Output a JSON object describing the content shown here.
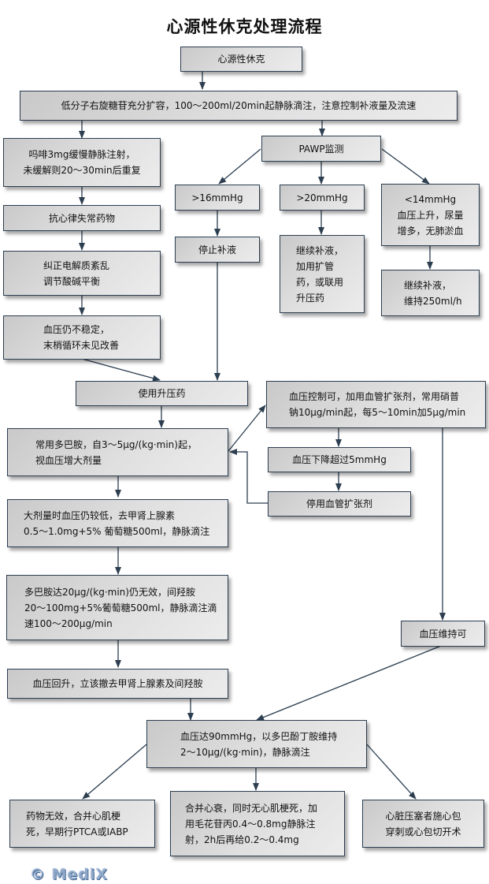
{
  "title": "心源性休克处理流程",
  "nodes": {
    "shock": "心源性休克",
    "dextran": "低分子右旋糖苷充分扩容，100～200ml/20min起静脉滴注，注意控制补液量及流速",
    "morphine": "吗啡3mg缓慢静脉注射，\n未缓解则20～30min后重复",
    "antiarrhythmic": "抗心律失常药物",
    "electrolyte": "纠正电解质紊乱\n调节酸碱平衡",
    "unstable_bp": "血压仍不稳定，\n末梢循环未见改善",
    "pawp": "PAWP监测",
    "pawp_gt16": ">16mmHg",
    "pawp_gt20": ">20mmHg",
    "pawp_lt14": "<14mmHg\n血压上升，尿量\n增多，无肺淤血",
    "stop_fluid": "停止补液",
    "continue_fluid_vasodilator": "继续补液，\n加用扩管\n药，或联用\n升压药",
    "continue_fluid_250": "继续补液，\n维持250ml/h",
    "use_vasopressor": "使用升压药",
    "dopamine": "常用多巴胺，自3～5μg/(kg·min)起，\n视血压增大剂量",
    "vasodilator": "血压控制可，加用血管扩张剂，常用硝普\n钠10μg/min起，每5～10min加5μg/min",
    "bp_drop": "血压下降超过5mmHg",
    "stop_vasodilator": "停用血管扩张剂",
    "norepinephrine": "大剂量时血压仍较低，去甲肾上腺素\n0.5～1.0mg+5% 葡萄糖500ml，静脉滴注",
    "metaraminol": "多巴胺达20μg/(kg·min)仍无效，间羟胺\n20～100mg+5%葡萄糖500ml，静脉滴注滴\n速100～200μg/min",
    "bp_recover": "血压回升，立该撤去甲肾上腺素及间羟胺",
    "bp_maintained": "血压维持可",
    "dobutamine": "血压达90mmHg，以多巴酚丁胺维持\n2～10μg/(kg·min)，静脉滴注",
    "ptca_iabp": "药物无效，合并心肌梗\n死，早期行PTCA或IABP",
    "digoxin": "合并心衰，同时无心肌梗死，加\n用毛花苷丙0.4～0.8mg静脉注\n射，2h后再给0.2～0.4mg",
    "tamponade": "心脏压塞者施心包\n穿刺或心包切开术"
  },
  "watermark": "© MediX",
  "colors": {
    "line": "#2c3e50",
    "box_border": "#2c3e50",
    "watermark": "#8fa8c8"
  }
}
